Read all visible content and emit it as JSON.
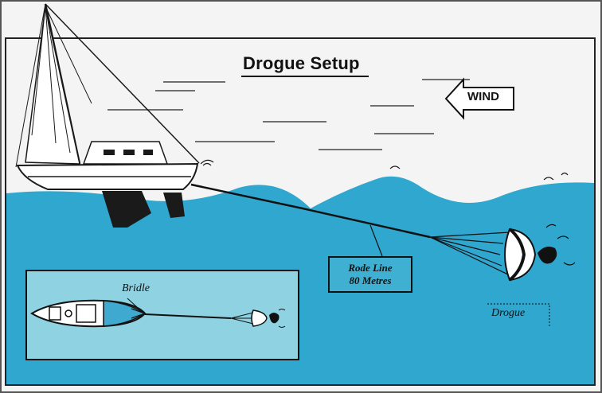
{
  "diagram": {
    "title": "Drogue Setup",
    "wind_label": "WIND",
    "rode_line_label": [
      "Rode Line",
      "80 Metres"
    ],
    "drogue_label": "Drogue",
    "bridle_label": "Bridle",
    "colors": {
      "sea": "#2fa7cf",
      "sky": "#f4f4f4",
      "inset_water": "#8fd3e3",
      "hull": "#ffffff",
      "keel": "#1a1a1a",
      "line": "#111111",
      "drogue_fill": "#ffffff"
    }
  }
}
